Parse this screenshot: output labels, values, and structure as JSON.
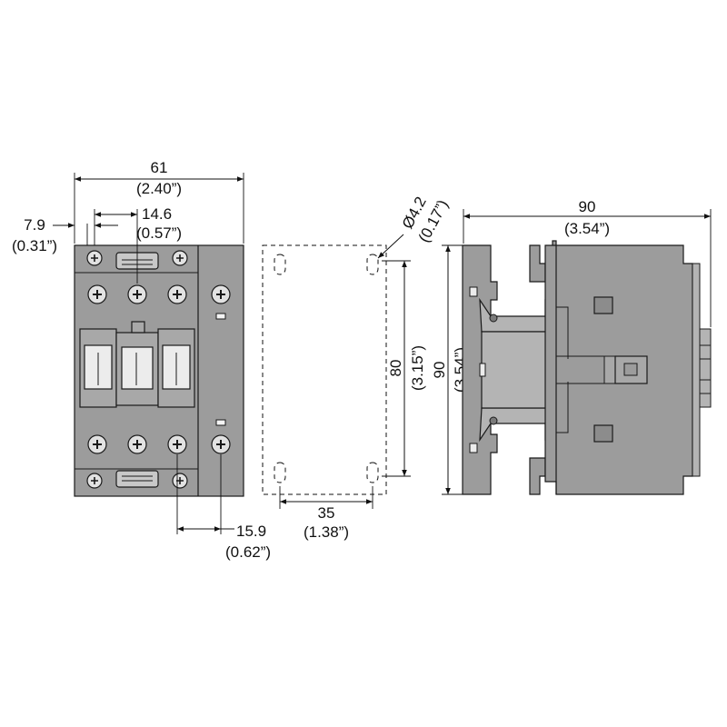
{
  "dimensions": {
    "width_61": {
      "mm": "61",
      "inch": "(2.40”)"
    },
    "offset_7_9": {
      "mm": "7.9",
      "inch": "(0.31”)"
    },
    "pitch_14_6": {
      "mm": "14.6",
      "inch": "(0.57”)"
    },
    "pitch_15_9": {
      "mm": "15.9",
      "inch": "(0.62”)"
    },
    "hole_dia": {
      "mm": "Ø4.2",
      "inch": "(0.17”)"
    },
    "hole_vertical": {
      "mm": "80",
      "inch": "(3.15”)"
    },
    "height_90": {
      "mm": "90",
      "inch": "(3.54”)"
    },
    "hole_horizontal": {
      "mm": "35",
      "inch": "(1.38”)"
    },
    "depth_90": {
      "mm": "90",
      "inch": "(3.54”)"
    }
  },
  "colors": {
    "body": "#9c9c9c",
    "body_light": "#b4b4b4",
    "outline": "#1a1a1a",
    "terminal": "#dcdcdc"
  }
}
